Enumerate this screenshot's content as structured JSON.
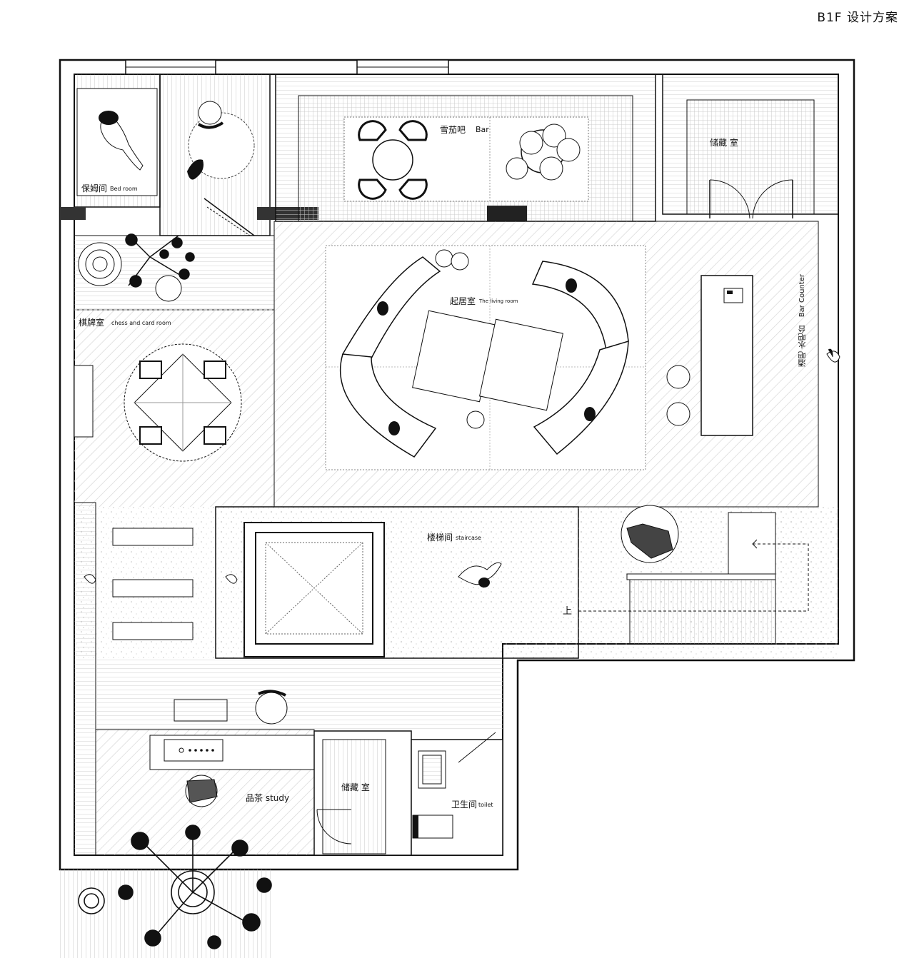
{
  "title": "B1F  设计方案",
  "rooms": {
    "nanny": {
      "cn": "保姆间",
      "en": "Bed room"
    },
    "cigar": {
      "cn": "雪茄吧",
      "en": "Bar"
    },
    "storage_top": {
      "cn": "储藏 室"
    },
    "chess": {
      "cn": "棋牌室",
      "en": "chess and card room"
    },
    "living": {
      "cn": "起居室",
      "en": "The living room"
    },
    "bar_counter": {
      "cn": "酒吧 水吧台",
      "en": "Bar Counter"
    },
    "stair": {
      "cn": "楼梯间",
      "en": "staircase"
    },
    "up": {
      "cn": "上"
    },
    "tea": {
      "cn": "品茶 study"
    },
    "storage_bottom": {
      "cn": "储藏 室"
    },
    "toilet": {
      "cn": "卫生间",
      "en": "toilet"
    }
  }
}
